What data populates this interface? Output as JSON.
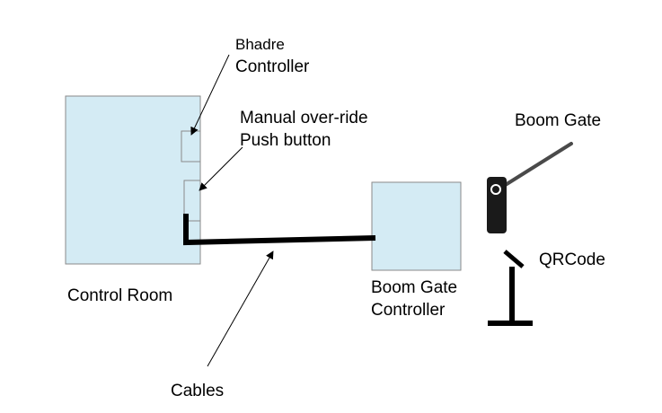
{
  "labels": {
    "bhadre": "Bhadre",
    "controller": "Controller",
    "manual_override": "Manual over-ride",
    "push_button": "Push button",
    "boom_gate": "Boom Gate",
    "control_room": "Control Room",
    "boom_gate_controller_line1": "Boom Gate",
    "boom_gate_controller_line2": "Controller",
    "qrcode": "QRCode",
    "cables": "Cables"
  },
  "colors": {
    "box_fill": "#d4ebf4",
    "box_stroke": "#8a8a8a",
    "line": "#000000",
    "gate_body": "#1a1a1a",
    "gate_arm": "#4a4a4a"
  }
}
